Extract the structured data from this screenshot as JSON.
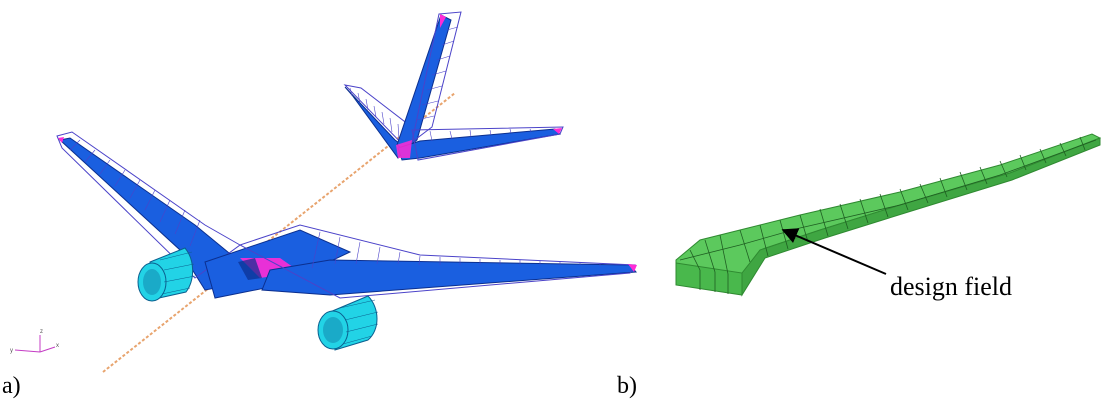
{
  "panels": [
    {
      "label": "a)",
      "content": "aircraft finite element model"
    },
    {
      "label": "b)",
      "content": "wing box model"
    }
  ],
  "annotation": {
    "text": "design field"
  },
  "triad": {
    "axes": [
      "z",
      "x",
      "y"
    ]
  },
  "colors": {
    "mesh_blue": "#1a5fe0",
    "mesh_dark_blue": "#0b2f8f",
    "nacelle_cyan": "#22d3e6",
    "highlight_magenta": "#ff2bd6",
    "outline_purple": "#4b43c9",
    "fuselage_beam": "#e8a46e",
    "wing_green": "#49b84c",
    "wing_green_dark": "#2f8a31",
    "wing_green_light": "#5cc95d"
  }
}
